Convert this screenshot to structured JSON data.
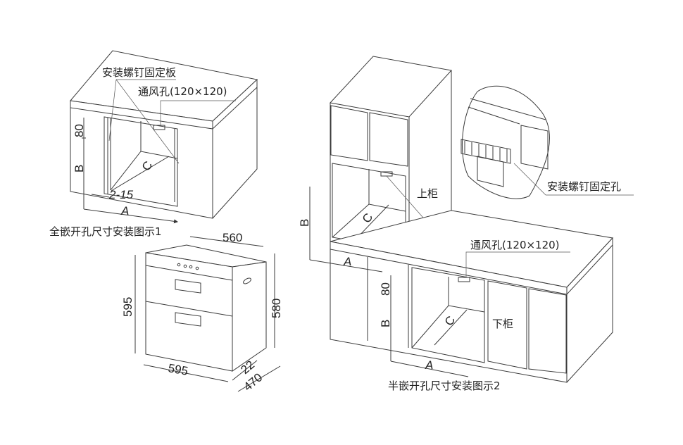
{
  "diagram1": {
    "caption": "全嵌开孔尺寸安装图示1",
    "label_screw_plate": "安装螺钉固定板",
    "label_vent": "通风孔(120×120)",
    "dim_top": "80",
    "dim_b": "B",
    "dim_c": "C",
    "dim_gap": "2-15",
    "dim_a": "A"
  },
  "appliance": {
    "dim_width_top": "560",
    "dim_height_left": "595",
    "dim_height_right": "580",
    "dim_width_bottom": "595",
    "dim_front": "22",
    "dim_depth": "470"
  },
  "diagram2": {
    "caption": "半嵌开孔尺寸安装图示2",
    "label_upper": "上柜",
    "label_lower": "下柜",
    "label_vent": "通风孔(120×120)",
    "label_screw_hole": "安装螺钉固定孔",
    "upper_dim_b": "B",
    "upper_dim_c": "C",
    "upper_dim_a": "A",
    "lower_dim_top": "80",
    "lower_dim_b": "B",
    "lower_dim_c": "C",
    "lower_dim_a": "A"
  }
}
